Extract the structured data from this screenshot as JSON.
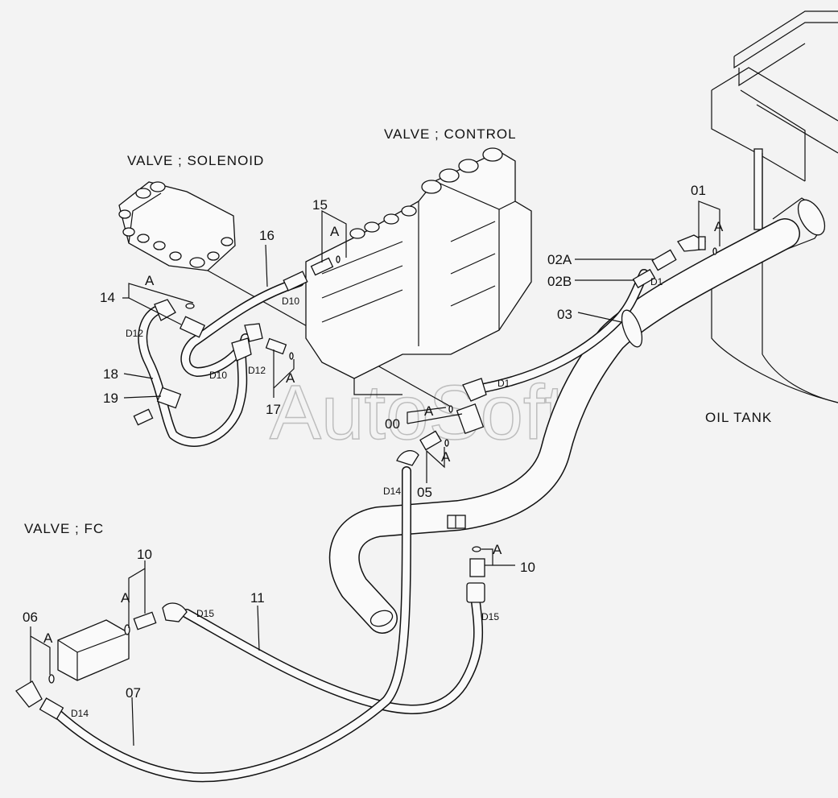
{
  "titles": {
    "solenoid": "VALVE ; SOLENOID",
    "control": "VALVE ; CONTROL",
    "fc": "VALVE ; FC",
    "oil_tank": "OIL TANK"
  },
  "watermark": "AutoSoft",
  "callouts": {
    "c01": "01",
    "c02a": "02A",
    "c02b": "02B",
    "c03": "03",
    "c00": "00",
    "c05": "05",
    "c06": "06",
    "c07": "07",
    "c10a": "10",
    "c10b": "10",
    "c11": "11",
    "c14": "14",
    "c15": "15",
    "c16": "16",
    "c17": "17",
    "c18": "18",
    "c19": "19"
  },
  "a_marks": {
    "a14": "A",
    "a15": "A",
    "a01": "A",
    "a17": "A",
    "a00": "A",
    "a05": "A",
    "a10a": "A",
    "a10b": "A",
    "a06": "A"
  },
  "sizes": {
    "d1_top": "D1",
    "d1_mid": "D1",
    "d10_upper": "D10",
    "d10_lower": "D10",
    "d12_left": "D12",
    "d12_right": "D12",
    "d14_mid": "D14",
    "d14_bottom": "D14",
    "d15_left": "D15",
    "d15_right": "D15"
  },
  "colors": {
    "line": "#111111",
    "background": "#f3f3f3",
    "watermark": "#9a9a9a"
  }
}
